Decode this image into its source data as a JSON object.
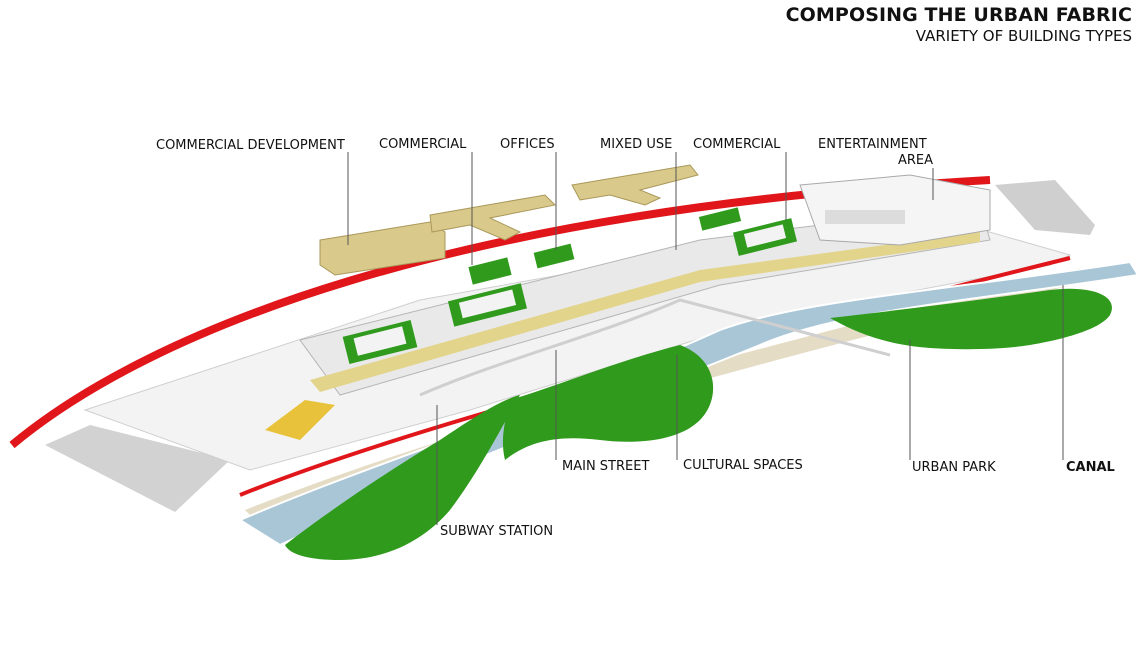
{
  "title": "COMPOSING THE URBAN FABRIC",
  "subtitle": "VARIETY OF BUILDING TYPES",
  "labels": {
    "commercial_development": "COMMERCIAL DEVELOPMENT",
    "commercial_1": "COMMERCIAL",
    "offices": "OFFICES",
    "mixed_use": "MIXED USE",
    "commercial_2": "COMMERCIAL",
    "entertainment_1": "ENTERTAINMENT",
    "entertainment_2": "AREA",
    "main_street": "MAIN STREET",
    "cultural_spaces": "CULTURAL SPACES",
    "urban_park": "URBAN PARK",
    "canal": "CANAL",
    "subway_station": "SUBWAY STATION"
  },
  "colors": {
    "green": "#2f9a1c",
    "red": "#e0161b",
    "yellow": "#d9c98a",
    "water": "#a9c6d6",
    "ground": "#f0f0f0"
  }
}
